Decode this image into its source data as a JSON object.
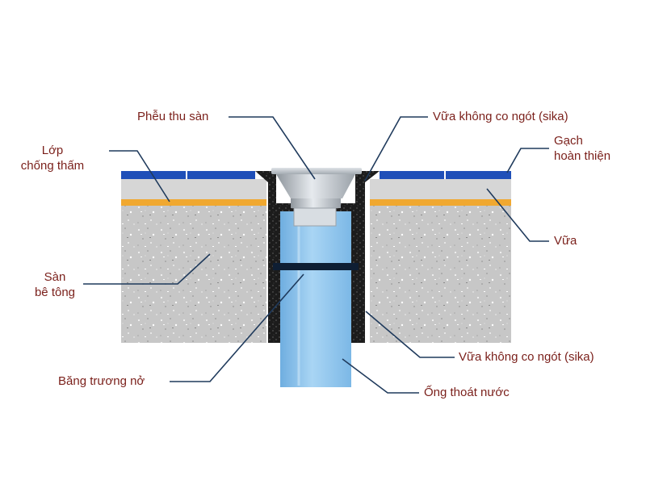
{
  "colors": {
    "label_text": "#7a1f1a",
    "leader_line": "#1f3a5c",
    "tile": "#1f4fb8",
    "waterproof_layer": "#f0a830",
    "concrete": "#c9c9c9",
    "sika_mortar": "#1a1a1a",
    "pipe": "#8fc4ec",
    "swelling_band": "#0e1e33"
  },
  "labels": {
    "floor_drain": "Phễu thu sàn",
    "sika_top": "Vữa không co ngót (sika)",
    "waterproof_line1": "Lớp",
    "waterproof_line2": "chống thấm",
    "finish_tile_line1": "Gạch",
    "finish_tile_line2": "hoàn thiện",
    "mortar": "Vữa",
    "slab_line1": "Sàn",
    "slab_line2": "bê tông",
    "swelling_band": "Băng trương nở",
    "sika_bottom": "Vữa không co ngót (sika)",
    "drain_pipe": "Ống thoát nước"
  }
}
